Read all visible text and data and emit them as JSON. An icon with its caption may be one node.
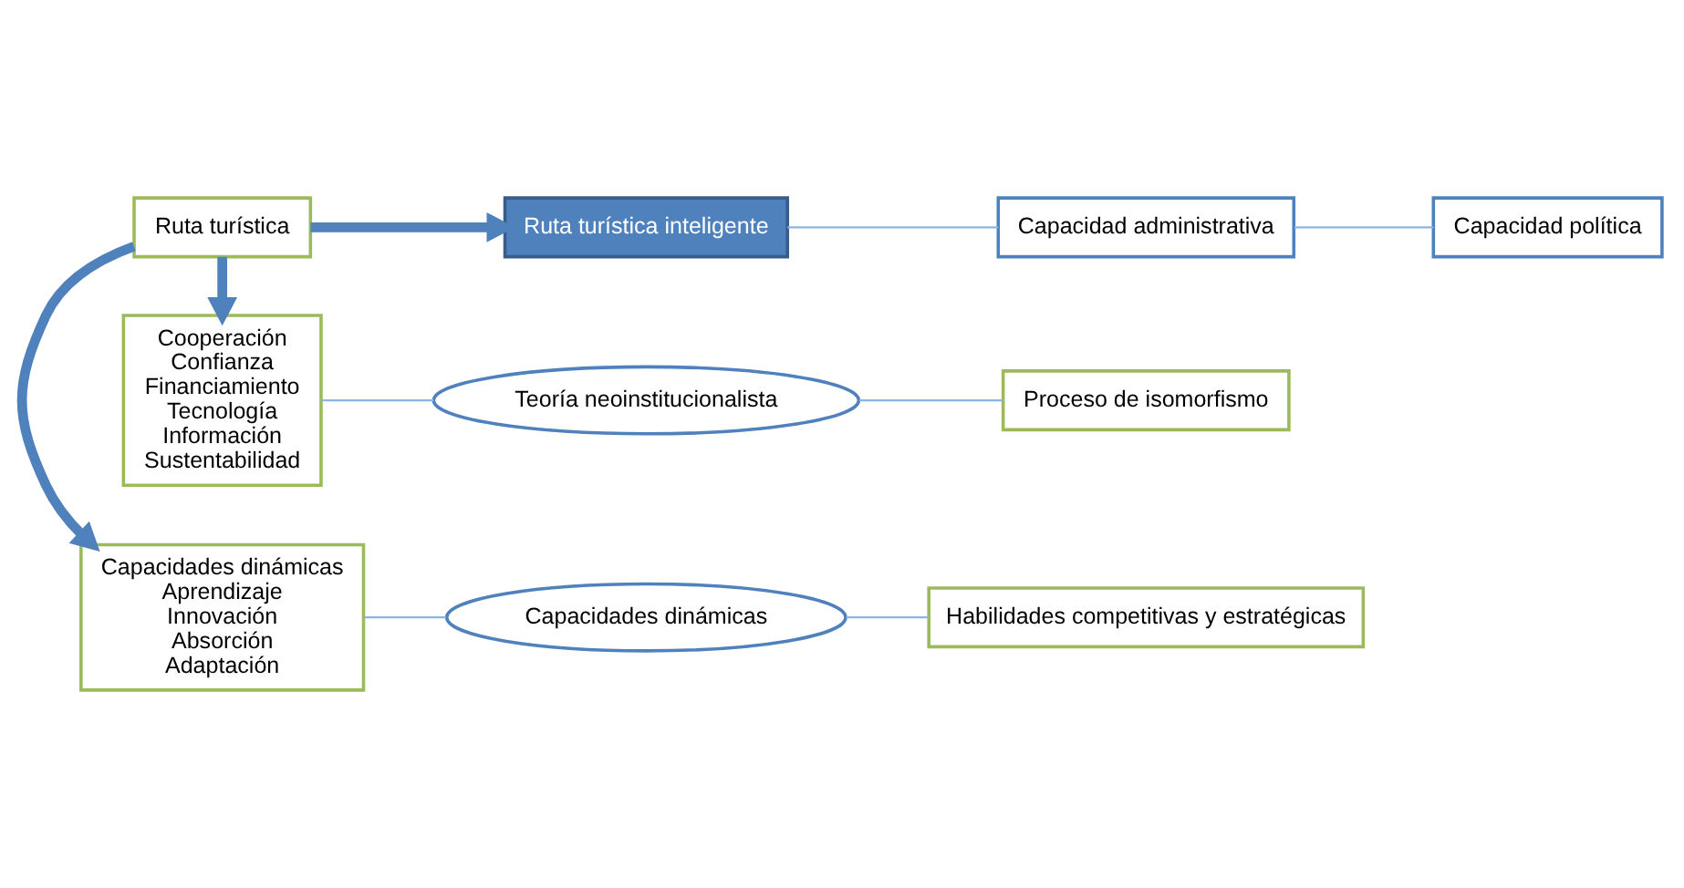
{
  "diagram": {
    "nodes": [
      {
        "text": [
          "Capacidades dinámicas",
          "Aprendizaje",
          "Innovación",
          "Absorción",
          "Adaptación"
        ]
      },
      {
        "text": [
          "Capacidades dinámicas"
        ]
      },
      {
        "text": [
          "Habilidades competitivas y estratégicas"
        ]
      },
      {
        "text": [
          "Ruta turística"
        ]
      },
      {
        "text": [
          "Ruta turística inteligente"
        ]
      },
      {
        "text": [
          "Capacidad administrativa"
        ]
      },
      {
        "text": [
          "Capacidad política"
        ]
      },
      {
        "text": [
          "Cooperación",
          "Confianza",
          "Financiamiento",
          "Tecnología",
          "Información",
          "Sustentabilidad"
        ]
      },
      {
        "text": [
          "Teoría neoinstitucionalista"
        ]
      },
      {
        "text": [
          "Proceso de isomorfismo"
        ]
      }
    ],
    "edges": [
      {
        "from": 3,
        "to": 0,
        "arrow": "to",
        "style": "thick",
        "color": "#4f81bd"
      },
      {
        "from": 0,
        "to": 1,
        "arrow": "none"
      },
      {
        "from": 1,
        "to": 2,
        "arrow": "none"
      },
      {
        "from": 3,
        "to": 4,
        "arrow": "to",
        "style": "thick",
        "color": "#4f81bd"
      },
      {
        "from": 4,
        "to": 5,
        "arrow": "none"
      },
      {
        "from": 5,
        "to": 6,
        "arrow": "none"
      },
      {
        "from": 3,
        "to": 7,
        "arrow": "to",
        "style": "thick",
        "color": "#4f81bd"
      },
      {
        "from": 7,
        "to": 8,
        "arrow": "none"
      },
      {
        "from": 8,
        "to": 9,
        "arrow": "none"
      }
    ]
  }
}
